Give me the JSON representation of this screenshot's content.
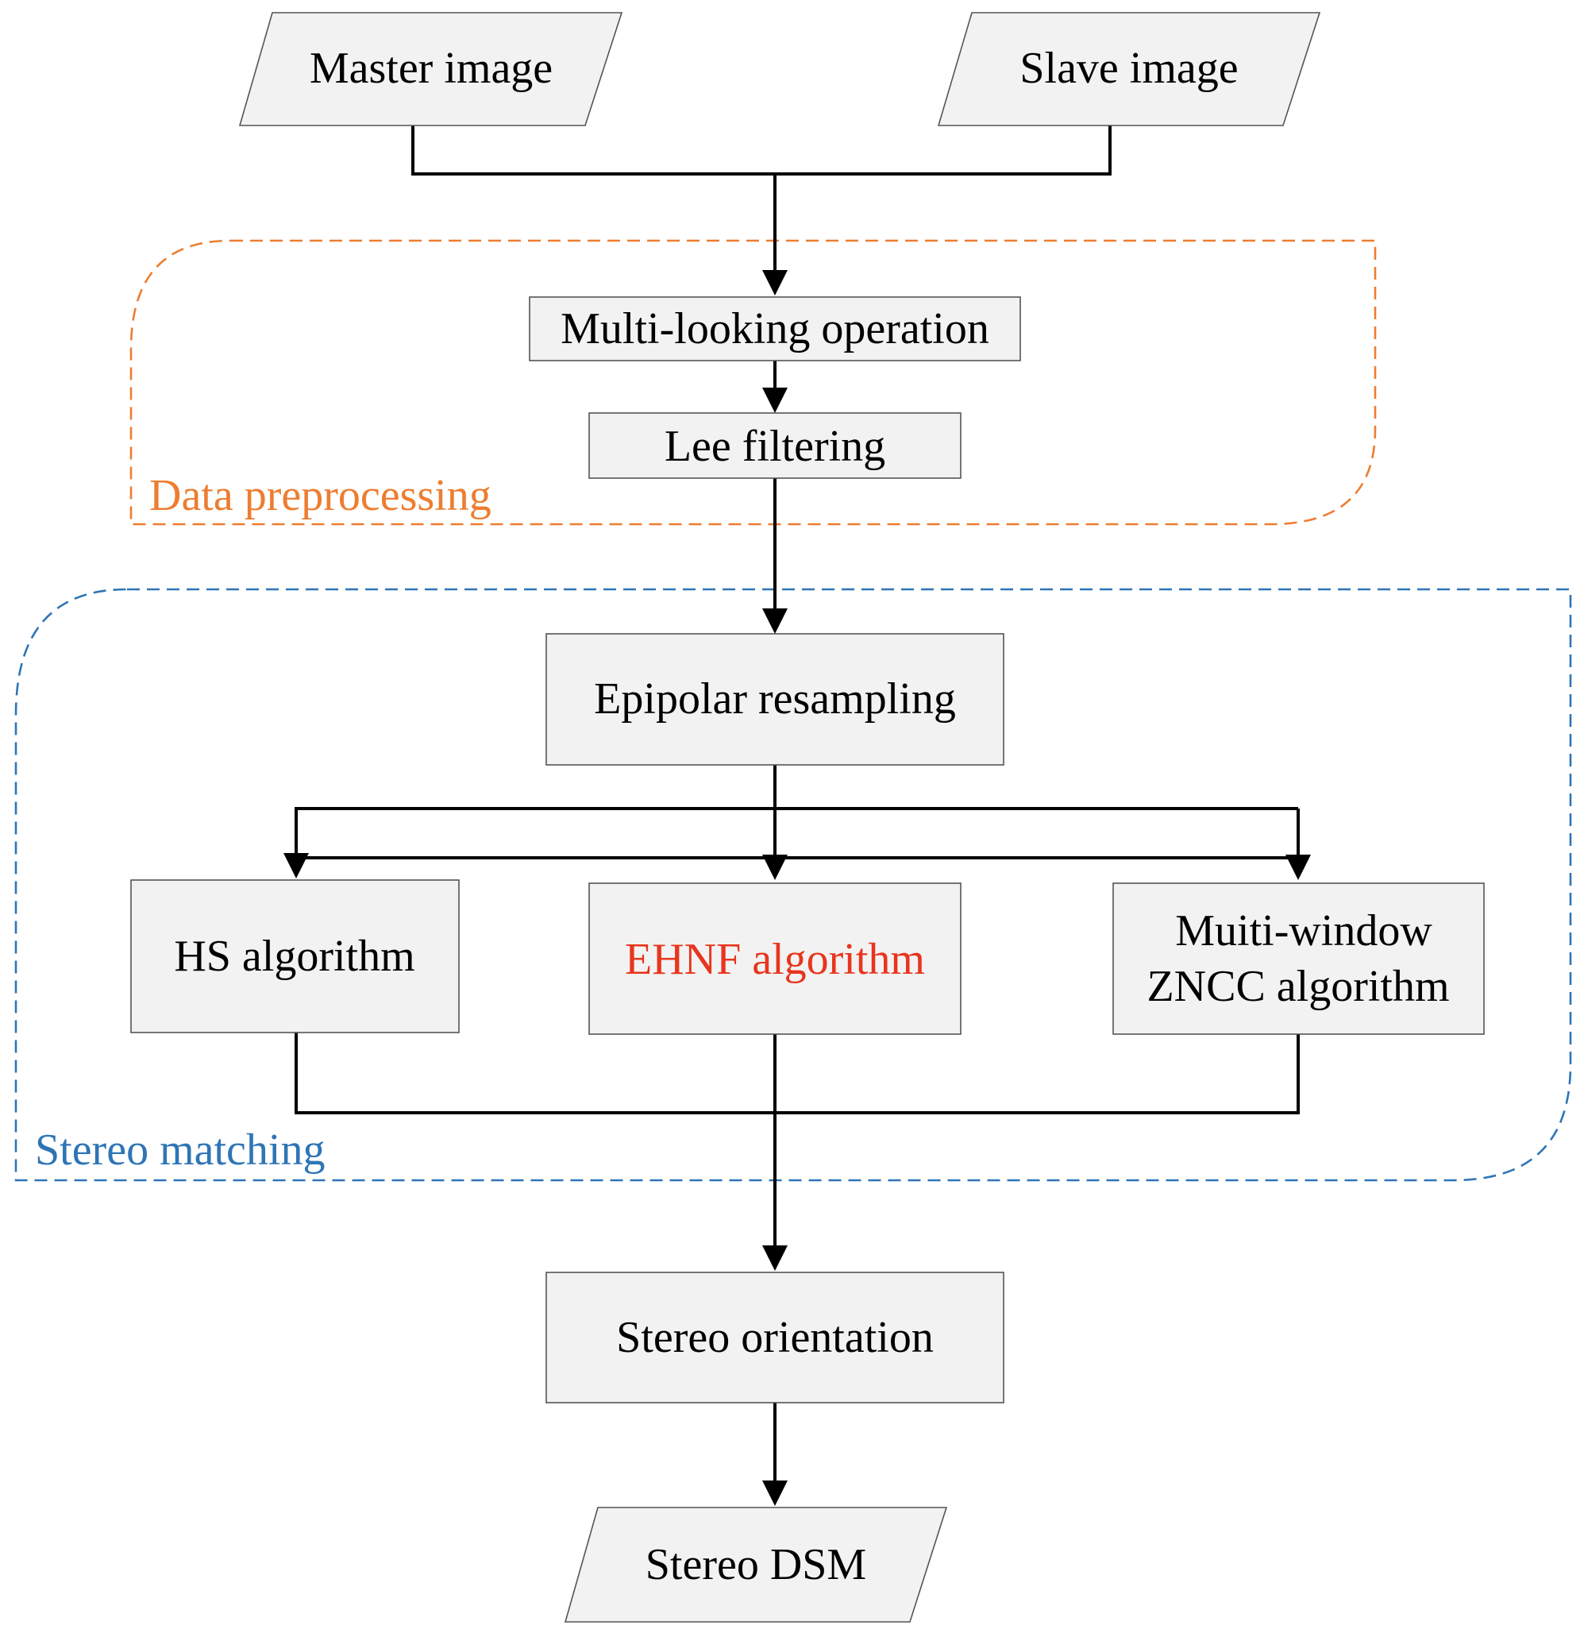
{
  "nodes": {
    "master_image": "Master image",
    "slave_image": "Slave image",
    "multi_looking": "Multi-looking operation",
    "lee_filtering": "Lee filtering",
    "epipolar_resampling": "Epipolar resampling",
    "hs_algorithm": "HS algorithm",
    "ehnf_algorithm": "EHNF algorithm",
    "zncc_line1": "Muiti-window",
    "zncc_line2": "ZNCC algorithm",
    "stereo_orientation": "Stereo orientation",
    "stereo_dsm": "Stereo DSM"
  },
  "groups": {
    "data_preprocessing": "Data preprocessing",
    "stereo_matching": "Stereo matching"
  },
  "colors": {
    "highlight_text": "#e8351e",
    "preprocessing_group": "#ed7d31",
    "matching_group": "#2e75b6",
    "box_fill": "#f2f2f2"
  }
}
